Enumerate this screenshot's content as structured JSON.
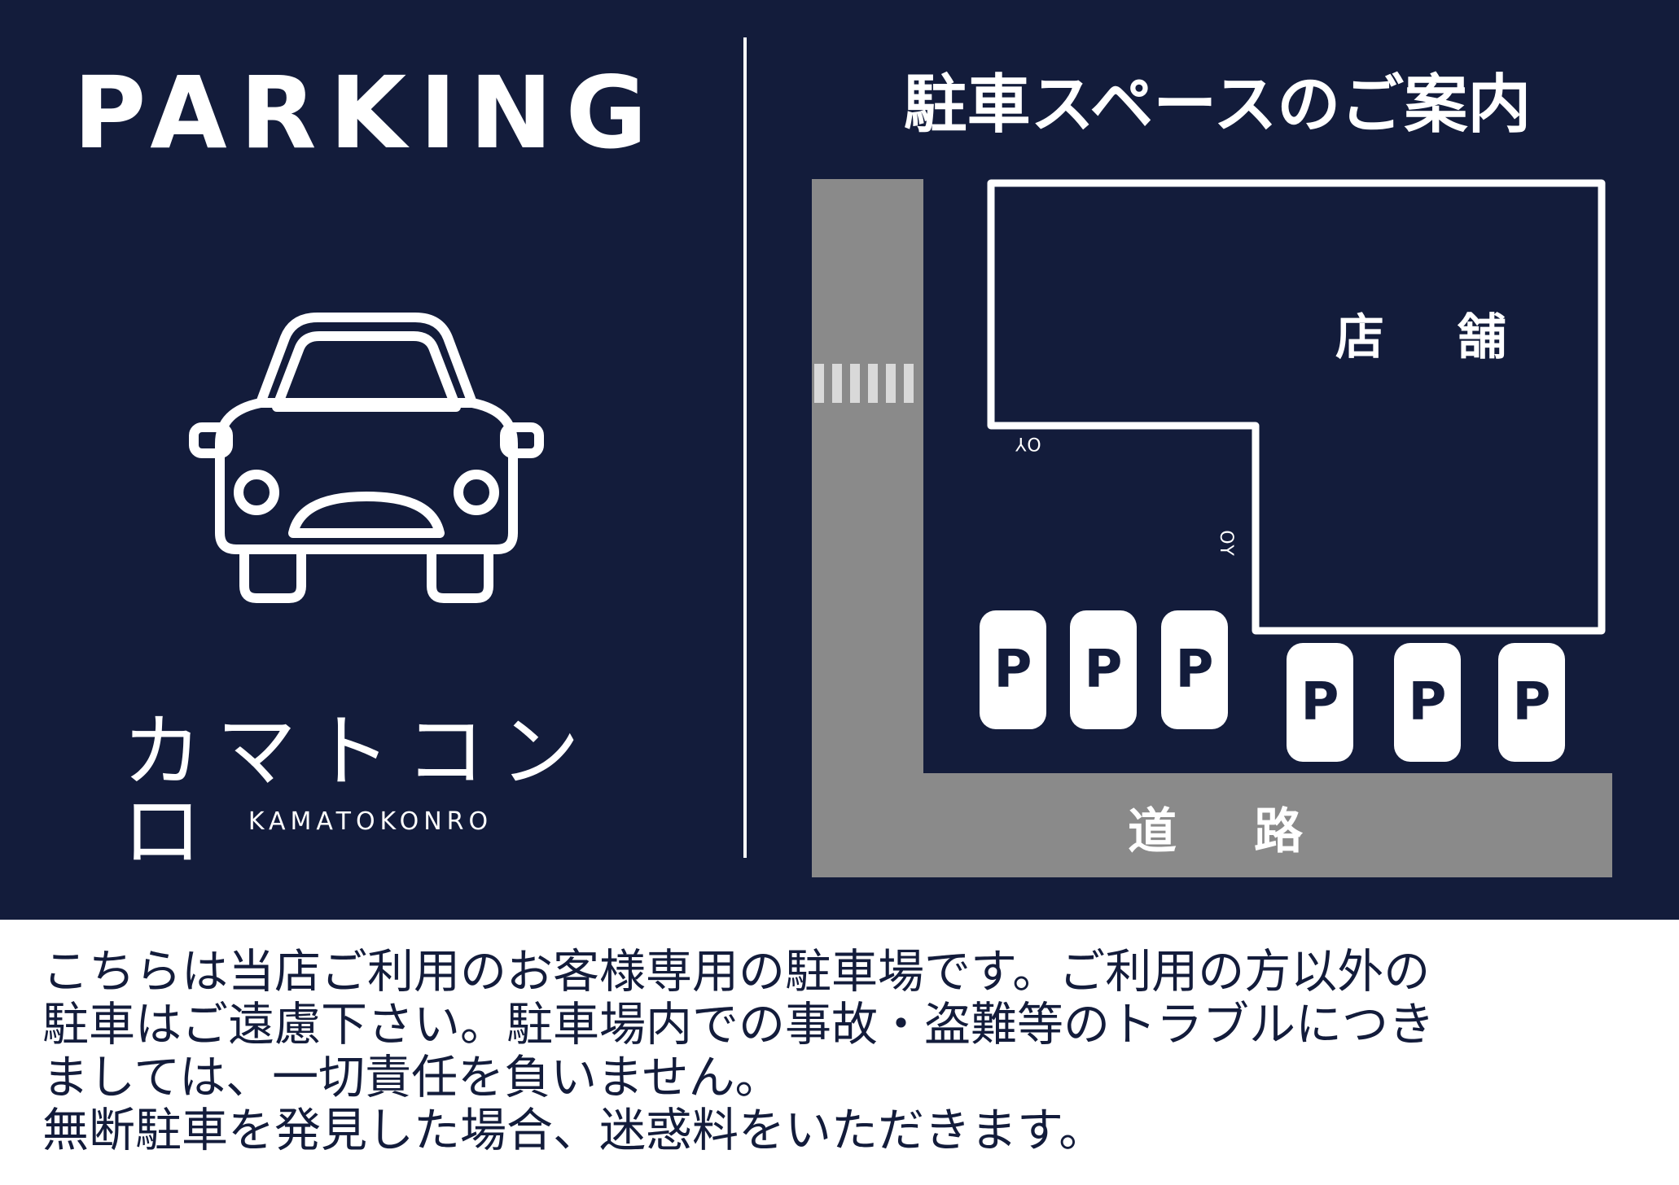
{
  "title": "PARKING",
  "brand": {
    "name_jp": "カマトコンロ",
    "name_en": "KAMATOKONRO"
  },
  "map": {
    "title": "駐車スペースのご案内",
    "store_label": [
      "店",
      "舗"
    ],
    "road_label": [
      "道",
      "路"
    ],
    "door_label_1": "OY",
    "door_label_2": "OY",
    "spots": [
      "P",
      "P",
      "P",
      "P",
      "P",
      "P"
    ]
  },
  "notice": {
    "lines": [
      "こちらは当店ご利用のお客様専用の駐車場です。ご利用の方以外の",
      "駐車はご遠慮下さい。駐車場内での事故・盗難等のトラブルにつき",
      "ましては、一切責任を負いません。",
      "無断駐車を発見した場合、迷惑料をいただきます。"
    ]
  },
  "colors": {
    "navy": "#131c3b",
    "road_gray": "#8a8a8a",
    "white": "#ffffff"
  },
  "icons": [
    "car-icon"
  ]
}
